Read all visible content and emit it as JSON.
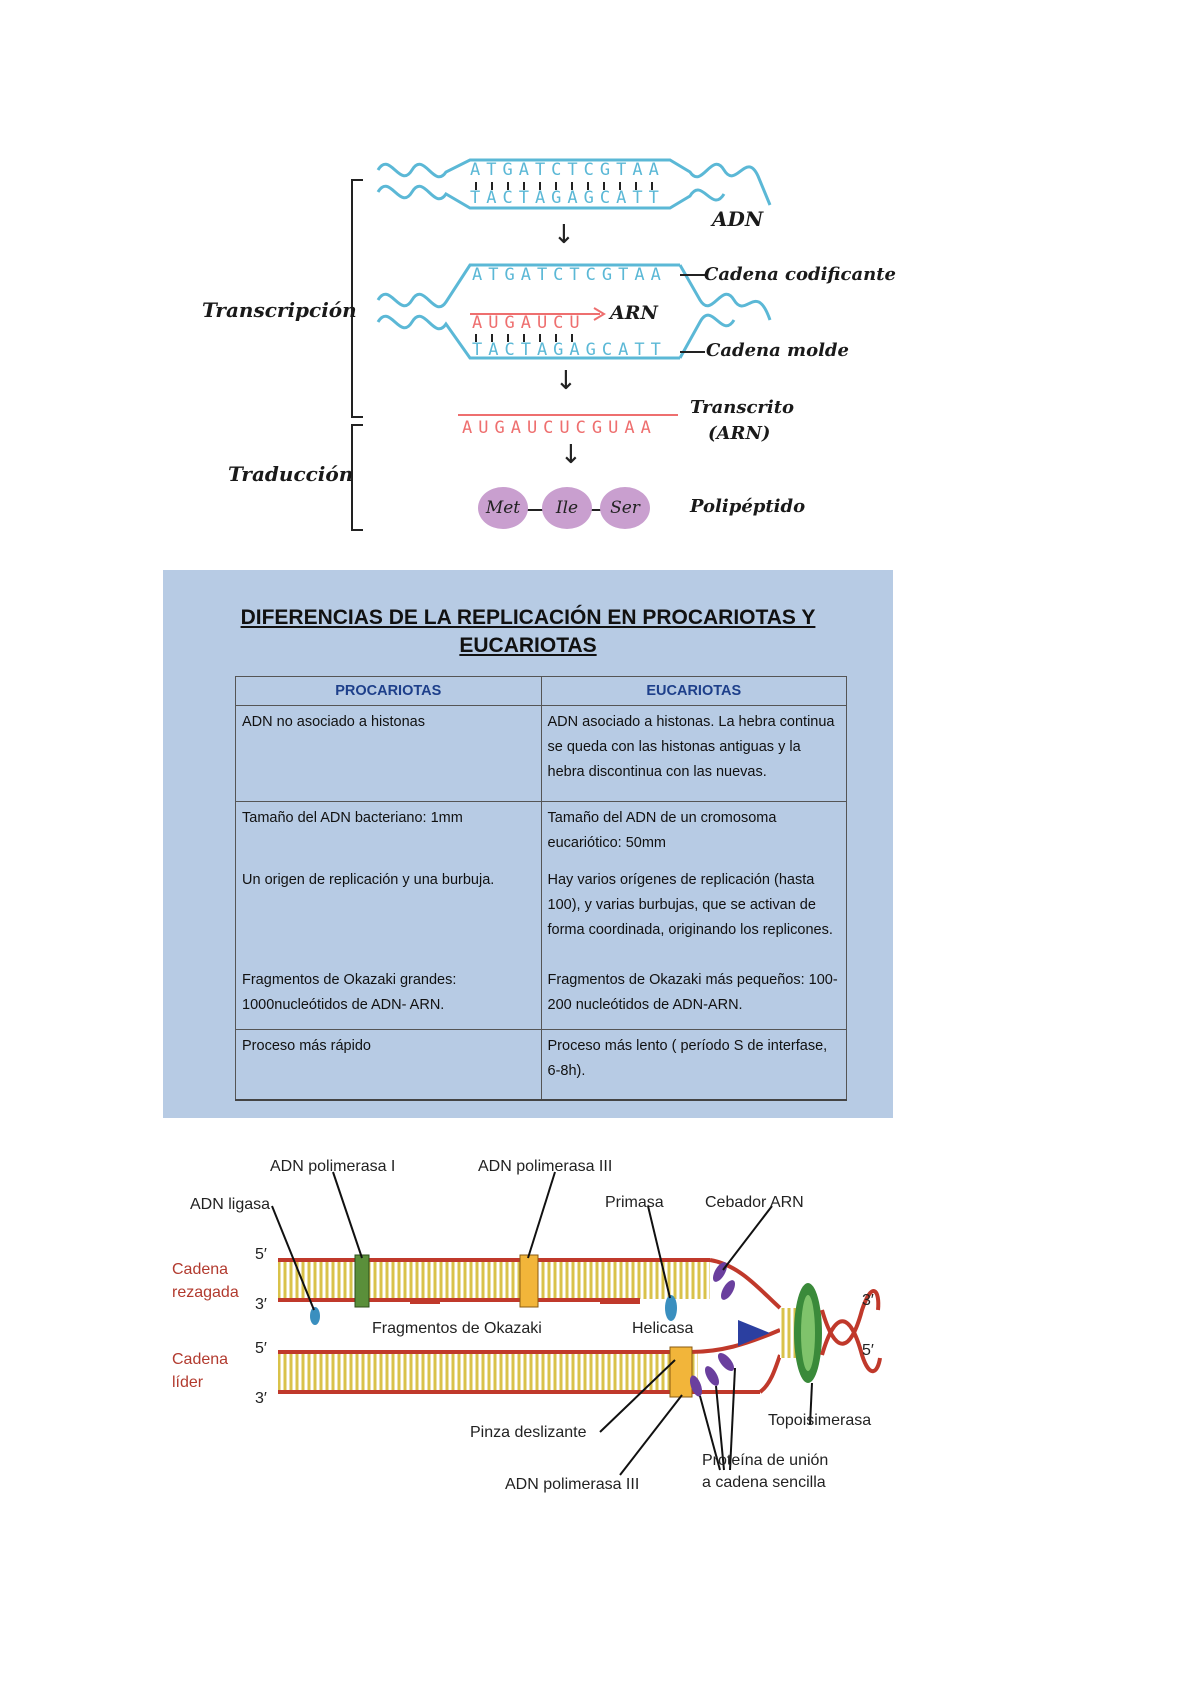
{
  "diagram1": {
    "seq_top": "ATGATCTCGTAA",
    "seq_bottom": "TACTAGAGCATT",
    "label_adn": "ADN",
    "seq_coding": "ATGATCTCGTAA",
    "label_coding": "Cadena codificante",
    "seq_rna": "AUGAUCU",
    "label_arn": "ARN",
    "seq_template": "TACTAGAGCATT",
    "label_template": "Cadena molde",
    "label_transcripcion": "Transcripción",
    "seq_transcript": "AUGAUCUCGUAA",
    "label_transcrito_1": "Transcrito",
    "label_transcrito_2": "(ARN)",
    "label_traduccion": "Traducción",
    "aminoacids": [
      "Met",
      "Ile",
      "Ser"
    ],
    "label_polipeptido": "Polipéptido",
    "colors": {
      "dna": "#5bb8d6",
      "rna": "#ee6f6f",
      "aminoacid": "#c99fcf"
    }
  },
  "table": {
    "title_line1": "DIFERENCIAS DE LA REPLICACIÓN EN  PROCARIOTAS Y",
    "title_line2": "EUCARIOTAS",
    "headers": [
      "PROCARIOTAS",
      "EUCARIOTAS"
    ],
    "rows": [
      [
        "ADN no asociado a histonas",
        "ADN asociado a histonas. La hebra continua se queda con las histonas antiguas y la hebra discontinua con las nuevas."
      ],
      [
        "Tamaño del ADN bacteriano: 1mm",
        "Tamaño del ADN de un  cromosoma eucariótico: 50mm"
      ],
      [
        "Un origen de replicación y una burbuja.",
        "Hay varios orígenes de replicación (hasta 100), y varias burbujas, que se activan de forma coordinada, originando los replicones."
      ],
      [
        "Fragmentos de Okazaki grandes: 1000nucleótidos de ADN- ARN.",
        "Fragmentos de Okazaki más pequeños: 100-200 nucleótidos de ADN-ARN."
      ],
      [
        "Proceso más rápido",
        "Proceso más lento ( período S de interfase, 6-8h)."
      ]
    ],
    "colors": {
      "background": "#b7cbe4",
      "header_text": "#1d3f8a"
    }
  },
  "diagram2": {
    "labels": {
      "pol1": "ADN polimerasa I",
      "pol3_top": "ADN polimerasa III",
      "ligasa": "ADN ligasa",
      "primasa": "Primasa",
      "cebador": "Cebador ARN",
      "cadena_rezagada_1": "Cadena",
      "cadena_rezagada_2": "rezagada",
      "cadena_lider_1": "Cadena",
      "cadena_lider_2": "líder",
      "okazaki": "Fragmentos de Okazaki",
      "helicasa": "Helicasa",
      "topoisomerasa": "Topoisimerasa",
      "pinza": "Pinza deslizante",
      "proteina_1": "Proteína de unión",
      "proteina_2": "a cadena sencilla",
      "pol3_bottom": "ADN polimerasa III",
      "five_prime": "5′",
      "three_prime": "3′"
    },
    "colors": {
      "strand": "#c0392b",
      "rungs": "#d9c24a",
      "polymerase": "#f2b53a",
      "pol1": "#5a8f3a",
      "ligasa": "#3a8fbf",
      "ssb": "#6a3f9e",
      "helicasa": "#2b3fa0",
      "topoisomerasa": "#3a8a3a"
    }
  }
}
